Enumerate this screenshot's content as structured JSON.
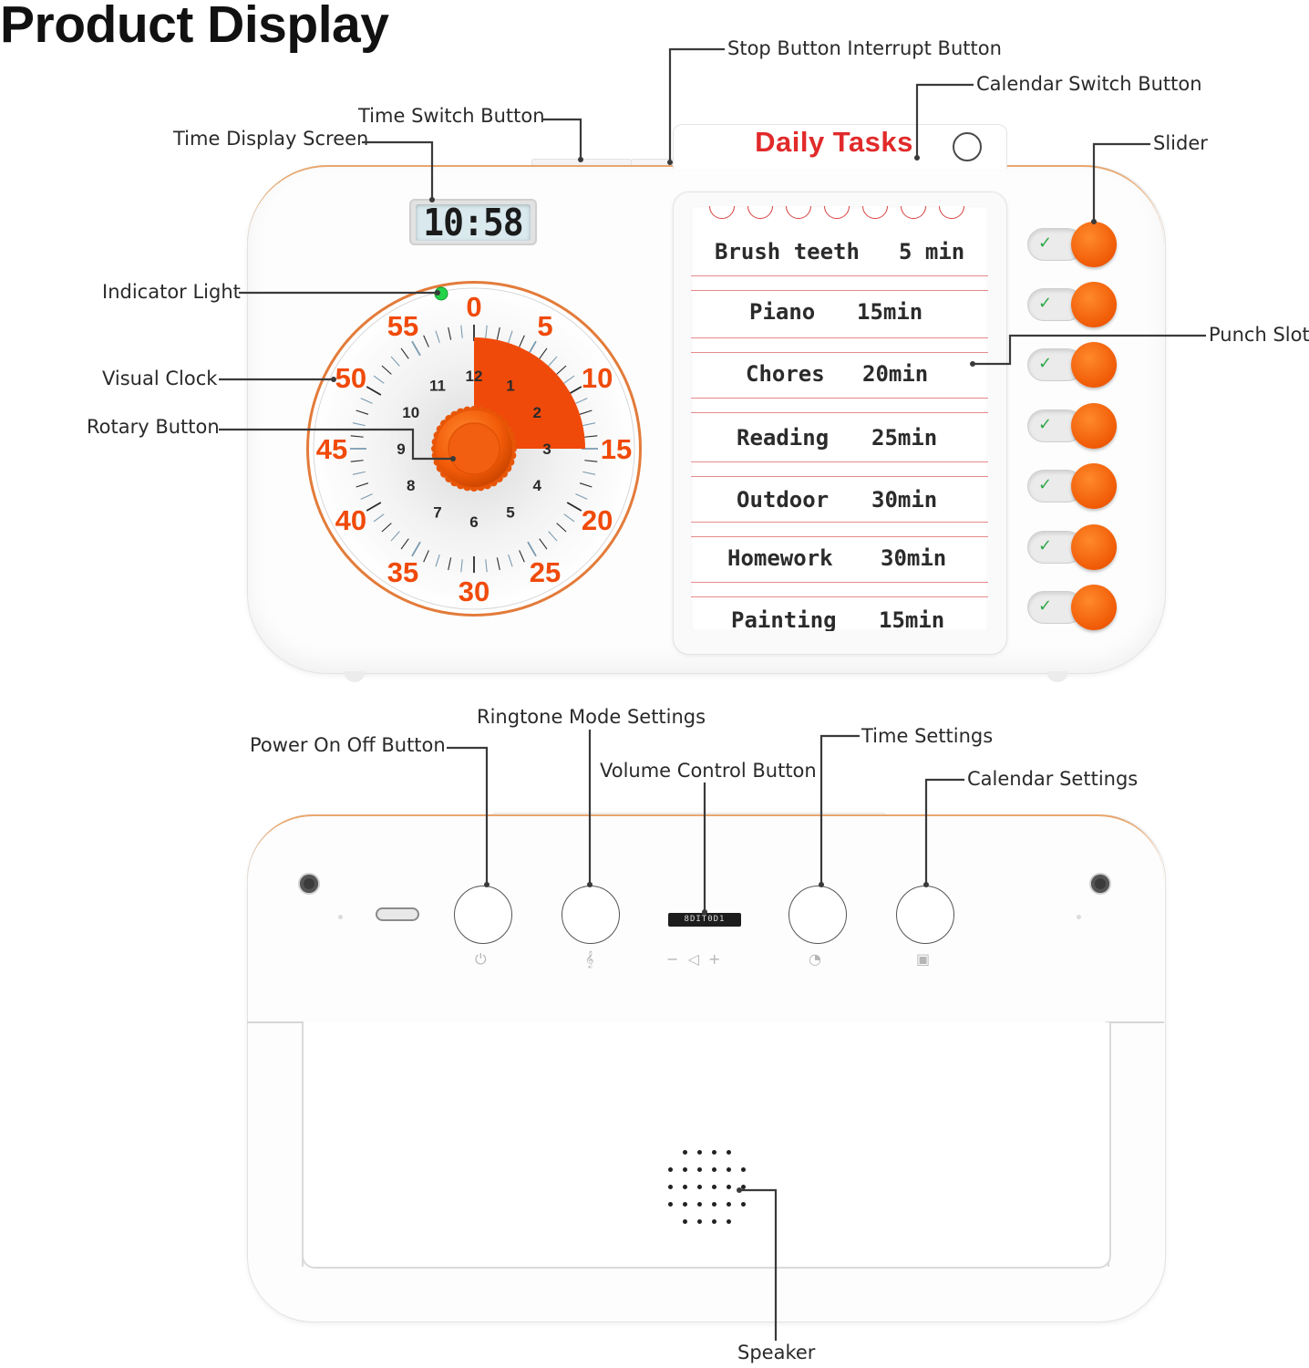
{
  "page_title": "Product Display",
  "callouts": {
    "stop_button": "Stop Button Interrupt Button",
    "calendar_switch": "Calendar Switch Button",
    "time_switch": "Time Switch Button",
    "time_display": "Time Display Screen",
    "slider": "Slider",
    "indicator_light": "Indicator Light",
    "punch_slot": "Punch Slot",
    "visual_clock": "Visual Clock",
    "rotary_button": "Rotary Button",
    "ringtone_mode": "Ringtone Mode Settings",
    "power_button": "Power On Off Button",
    "time_settings": "Time Settings",
    "volume_control": "Volume Control Button",
    "calendar_settings": "Calendar Settings",
    "speaker": "Speaker"
  },
  "device": {
    "lcd_time": "10:58",
    "task_card_title": "Daily Tasks",
    "dial_minutes": [
      "0",
      "5",
      "10",
      "15",
      "20",
      "25",
      "30",
      "35",
      "40",
      "45",
      "50",
      "55"
    ],
    "inner_numbers": [
      "1",
      "2",
      "3",
      "4",
      "5",
      "6",
      "7",
      "8",
      "9",
      "10",
      "11",
      "12"
    ],
    "set_minutes": 15,
    "accent_color": "#f04a0a",
    "indicator_color": "#22d34a",
    "tasks": [
      {
        "name": "Brush teeth",
        "time": "5 min"
      },
      {
        "name": "Piano",
        "time": "15min"
      },
      {
        "name": "Chores",
        "time": "20min"
      },
      {
        "name": "Reading",
        "time": "25min"
      },
      {
        "name": "Outdoor",
        "time": "30min"
      },
      {
        "name": "Homework",
        "time": "30min"
      },
      {
        "name": "Painting",
        "time": "15min"
      }
    ],
    "slider_check": "✓",
    "volume_slot_label": "8DIT0D1",
    "back_symbols": {
      "power": "⏻",
      "ringtone": "𝄞",
      "volume": "−  ◁  +",
      "time": "◔",
      "calendar": "▣"
    }
  }
}
